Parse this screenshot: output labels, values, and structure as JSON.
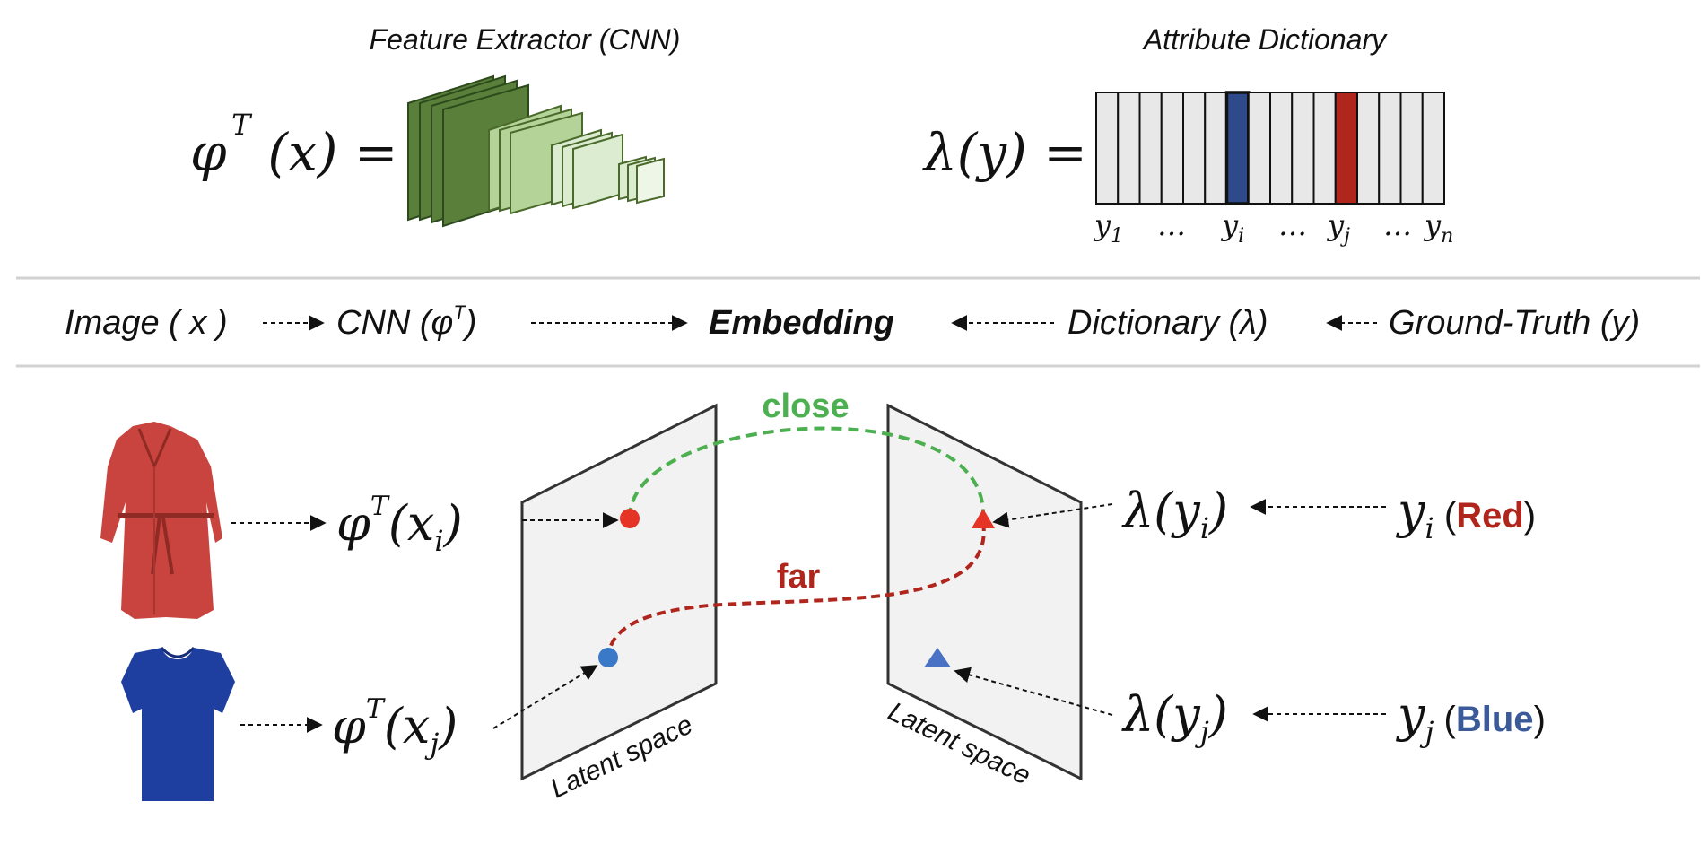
{
  "top": {
    "feature_extractor_title": "Feature Extractor (CNN)",
    "attribute_dictionary_title": "Attribute Dictionary",
    "phi_equation": "φ",
    "phi_sup": "T",
    "phi_arg": " (x) =",
    "lambda_equation": "λ(y) =",
    "dictionary_labels": [
      {
        "base": "y",
        "sub": "1"
      },
      {
        "base": "…",
        "sub": ""
      },
      {
        "base": "y",
        "sub": "i"
      },
      {
        "base": "…",
        "sub": ""
      },
      {
        "base": "y",
        "sub": "j"
      },
      {
        "base": "…",
        "sub": ""
      },
      {
        "base": "y",
        "sub": "n"
      }
    ],
    "dictionary_cells": 16,
    "highlight_blue_index": 6,
    "highlight_red_index": 11,
    "colors": {
      "cnn_dark": "#5a7f3a",
      "cnn_mid": "#b3d398",
      "cnn_light": "#dcecd0",
      "cell_fill": "#e8e8e8",
      "blue": "#2e4a8a",
      "red": "#b0261c"
    }
  },
  "pipeline": {
    "image": "Image ( x )",
    "cnn": "CNN (φ",
    "cnn_sup": "T",
    "cnn_close": ")",
    "embedding": "Embedding",
    "dictionary": "Dictionary (λ)",
    "ground_truth": "Ground-Truth (y)"
  },
  "bottom": {
    "close_label": "close",
    "far_label": "far",
    "latent_left": "Latent space",
    "latent_right": "Latent space",
    "phi_xi": {
      "base": "φ",
      "sup": "T",
      "arg": "(x",
      "sub": "i",
      "close": ")"
    },
    "phi_xj": {
      "base": "φ",
      "sup": "T",
      "arg": "(x",
      "sub": "j",
      "close": ")"
    },
    "lambda_yi": {
      "base": "λ(y",
      "sub": "i",
      "close": ")"
    },
    "lambda_yj": {
      "base": "λ(y",
      "sub": "j",
      "close": ")"
    },
    "yi": {
      "base": "y",
      "sub": "i",
      "open": " (",
      "word": "Red",
      "close": ")"
    },
    "yj": {
      "base": "y",
      "sub": "j",
      "open": " (",
      "word": "Blue",
      "close": ")"
    },
    "icons": [
      "coat-icon",
      "tshirt-icon"
    ],
    "colors": {
      "close": "#4caf50",
      "far": "#b0261c",
      "red": "#b0261c",
      "blue": "#3a5a9a",
      "red_point": "#e53425",
      "blue_point": "#3a78c8",
      "blue_triangle": "#4a72c4",
      "coat": "#c9443e",
      "tshirt": "#1f3fa0",
      "plane": "#f2f2f2"
    }
  }
}
